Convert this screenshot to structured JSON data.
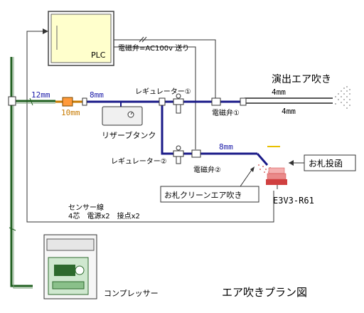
{
  "plc": {
    "label": "PLC"
  },
  "signal": {
    "label": "電磁弁=AC100v 送り"
  },
  "title_blow": "演出エア吹き",
  "pipe": {
    "size_12": "12mm",
    "size_10": "10mm",
    "size_8a": "8mm",
    "size_8b": "8mm",
    "size_4a": "4mm",
    "size_4b": "4mm"
  },
  "components": {
    "regulator1": "レギュレーター①",
    "regulator2": "レギュレーター②",
    "tank": "リザーブタンク",
    "valve1": "電磁弁①",
    "valve2": "電磁弁②",
    "compressor": "コンプレッサー",
    "sensor": "E3V3-R61"
  },
  "callouts": {
    "bill_insert": "お札投函",
    "bill_clean": "お札クリーンエア吹き"
  },
  "sensor_wire": {
    "line1": "センサー線",
    "line2": "4芯　電源x2　接点x2"
  },
  "diagram_title": "エア吹きプラン図",
  "colors": {
    "pipe_green": "#1f5f1f",
    "pipe_blue": "#1a1a88",
    "plc_fill": "#ffffcc",
    "nozzle_red": "#d04040",
    "sensor_bar": "#e8c000"
  }
}
